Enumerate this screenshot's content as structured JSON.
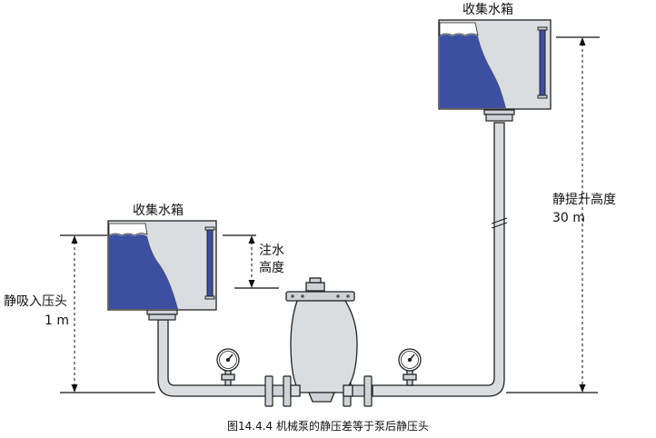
{
  "labels": {
    "upper_tank": "收集水箱",
    "lower_tank": "收集水箱",
    "lift_title": "静提升高度",
    "lift_value": "30 m",
    "suction_title": "静吸入压头",
    "suction_value": "1 m",
    "fill_line1": "注水",
    "fill_line2": "高度",
    "caption": "图14.4.4  机械泵的静压差等于泵后静压头"
  },
  "colors": {
    "water": "#3d4fa0",
    "tank_fill": "#dadde0",
    "pipe_fill": "#dadde0",
    "stroke": "#222222",
    "text": "#111111"
  }
}
